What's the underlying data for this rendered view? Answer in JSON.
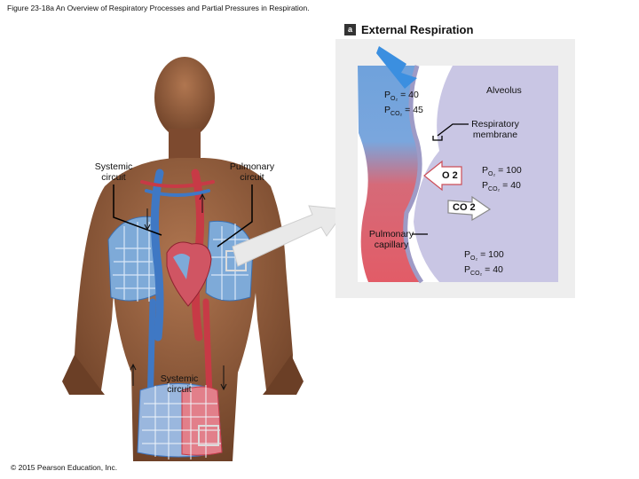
{
  "figure_title": "Figure 23-18a An Overview of Respiratory Processes and Partial Pressures in Respiration.",
  "copyright": "© 2015 Pearson Education, Inc.",
  "panel": {
    "badge": "a",
    "title": "External Respiration"
  },
  "labels": {
    "alveolus": "Alveolus",
    "respiratory_membrane": "Respiratory membrane",
    "pulmonary_capillary": "Pulmonary capillary",
    "systemic_circuit_upper": "Systemic circuit",
    "pulmonary_circuit": "Pulmonary circuit",
    "systemic_circuit_lower": "Systemic circuit",
    "o2_arrow": "O 2",
    "co2_arrow": "CO 2"
  },
  "partial_pressures": {
    "entering": {
      "po2": "= 40",
      "pco2": "= 45"
    },
    "alveolar": {
      "po2": "= 100",
      "pco2": "= 40"
    },
    "leaving": {
      "po2": "= 100",
      "pco2": "= 40"
    }
  },
  "colors": {
    "deoxygenated": "#5a8fd0",
    "oxygenated": "#d84a55",
    "alveolus": "#c9c6e4",
    "skin": "#8a5536"
  }
}
